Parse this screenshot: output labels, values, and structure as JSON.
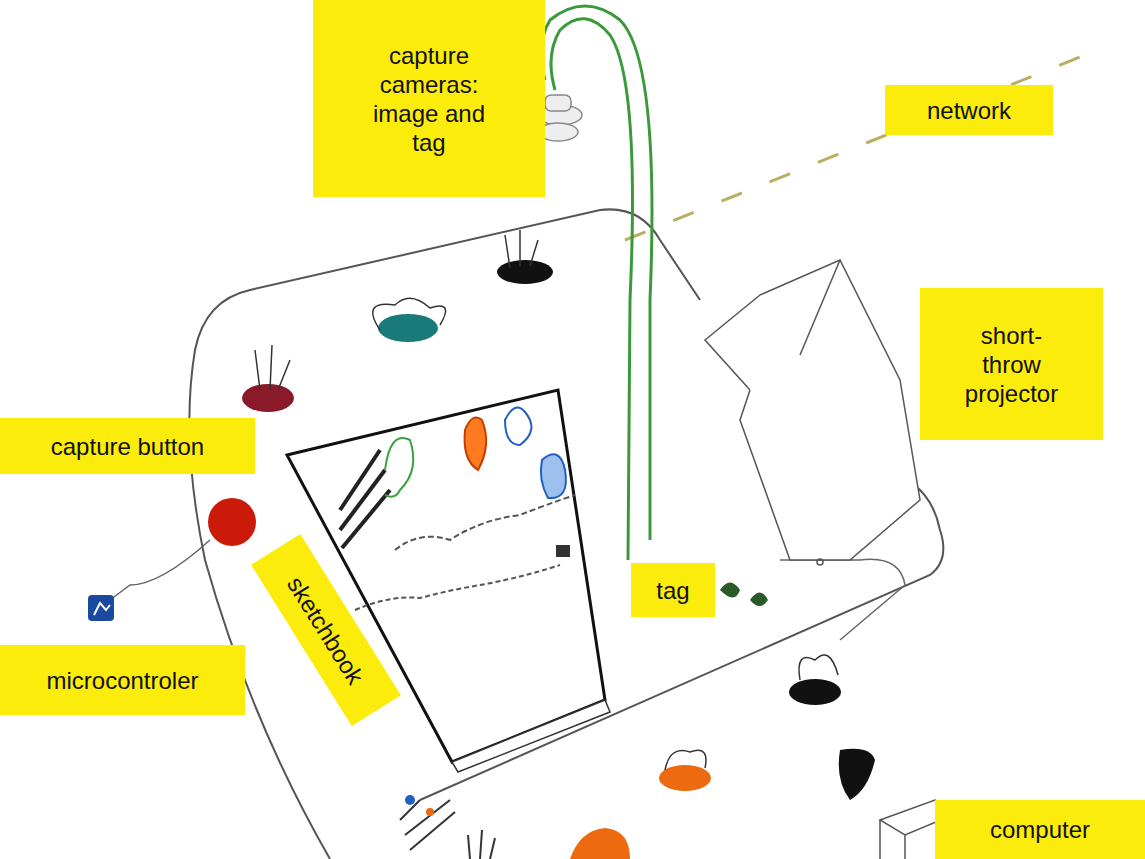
{
  "diagram": {
    "nodes": [
      {
        "text": [
          "capture cameras: image and tag"
        ]
      },
      {
        "text": [
          "network"
        ]
      },
      {
        "text": [
          "short-throw projector"
        ]
      },
      {
        "text": [
          "capture button"
        ]
      },
      {
        "text": [
          "sketchbook"
        ]
      },
      {
        "text": [
          "tag"
        ]
      },
      {
        "text": [
          "microcontroler"
        ]
      },
      {
        "text": [
          "computer"
        ]
      }
    ]
  }
}
